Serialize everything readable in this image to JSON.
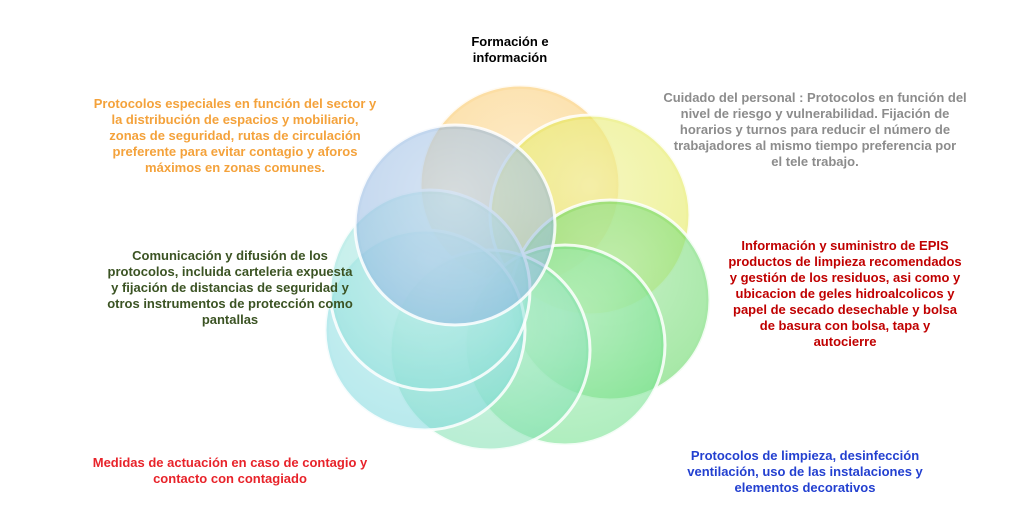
{
  "diagram": {
    "type": "overlapping-circles",
    "labels": {
      "top": "Formación e\ninformación",
      "top_left": "Protocolos especiales en función del sector y\nla distribución de espacios y mobiliario,\nzonas de seguridad, rutas de circulación\npreferente para evitar contagio  y aforos\nmáximos en zonas comunes.",
      "top_right": "Cuidado del personal : Protocolos en función del\nnivel de riesgo y vulnerabilidad.  Fijación de\nhorarios y turnos para reducir el número de\ntrabajadores al  mismo tiempo preferencia por\nel tele trabajo.",
      "left": "Comunicación y difusión de los\nprotocolos, incluida carteleria expuesta\ny fijación de distancias de seguridad y\notros instrumentos de protección como\npantallas",
      "right": "Información y suministro de EPIS\nproductos de limpieza recomendados\ny gestión de los residuos, asi como y\nubicacion de geles hidroalcolicos y\npapel de secado desechable  y bolsa\nde basura con bolsa, tapa y\nautocierre",
      "bottom_left": "Medidas de actuación en caso de contagio y\ncontacto con contagiado",
      "bottom_right": "Protocolos de limpieza,  desinfección\nventilación,  uso  de las instalaciones y\nelementos decorativos"
    },
    "circles": [
      {
        "name": "circle-orange",
        "color": "#F9C25A"
      },
      {
        "name": "circle-yellow",
        "color": "#E2E84A"
      },
      {
        "name": "circle-green",
        "color": "#5CD65C"
      },
      {
        "name": "circle-green-light",
        "color": "#6FE08A"
      },
      {
        "name": "circle-teal-bottom",
        "color": "#7FE0B0"
      },
      {
        "name": "circle-cyan",
        "color": "#7FD8DE"
      },
      {
        "name": "circle-teal-left",
        "color": "#8FE0D8"
      },
      {
        "name": "circle-blue",
        "color": "#8EB4E0"
      }
    ]
  }
}
